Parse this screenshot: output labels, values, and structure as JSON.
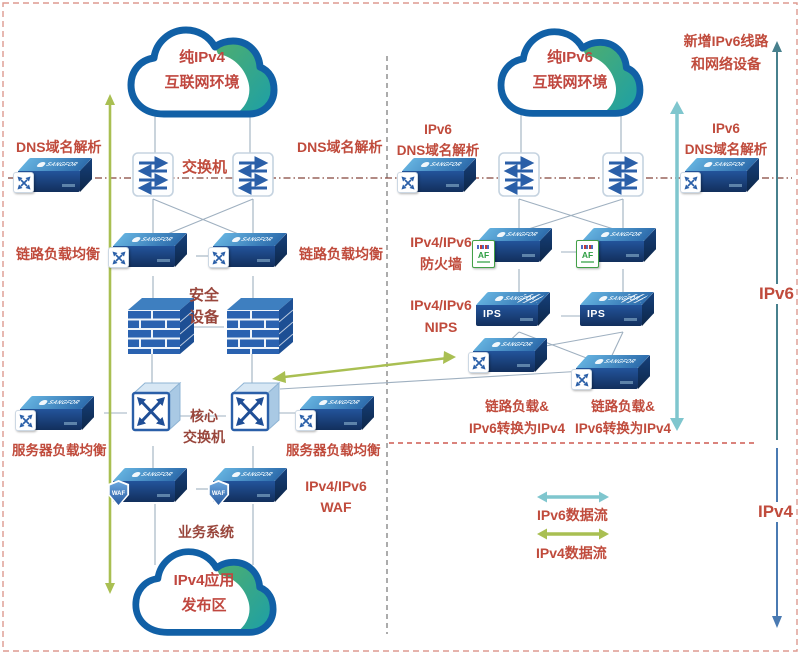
{
  "clouds": {
    "ipv4_internet": {
      "line1": "纯IPv4",
      "line2": "互联网环境"
    },
    "ipv6_internet": {
      "line1": "纯IPv6",
      "line2": "互联网环境"
    },
    "ipv4_app_zone": {
      "line1": "IPv4应用",
      "line2": "发布区"
    }
  },
  "labels": {
    "dns_left": "DNS域名解析",
    "switch": "交换机",
    "dns_mid": "DNS域名解析",
    "link_lb_left": "链路负载均衡",
    "link_lb_right": "链路负载均衡",
    "security_line1": "安全",
    "security_line2": "设备",
    "core_line1": "核心",
    "core_line2": "交换机",
    "server_lb_left": "服务器负载均衡",
    "server_lb_right": "服务器负载均衡",
    "waf_line1": "IPv4/IPv6",
    "waf_line2": "WAF",
    "business": "业务系统",
    "ipv6_dns_left_line1": "IPv6",
    "ipv6_dns_left_line2": "DNS域名解析",
    "new_ipv6_line1": "新增IPv6线路",
    "new_ipv6_line2": "和网络设备",
    "ipv6_dns_right_line1": "IPv6",
    "ipv6_dns_right_line2": "DNS域名解析",
    "firewall_line1": "IPv4/IPv6",
    "firewall_line2": "防火墙",
    "nips_line1": "IPv4/IPv6",
    "nips_line2": "NIPS",
    "lb_convert1_line1": "链路负载&",
    "lb_convert1_line2": "IPv6转换为IPv4",
    "lb_convert2_line1": "链路负载&",
    "lb_convert2_line2": "IPv6转换为IPv4",
    "ipv6_zone": "IPv6",
    "ipv4_zone": "IPv4"
  },
  "legend": {
    "ipv6_flow": "IPv6数据流",
    "ipv4_flow": "IPv4数据流"
  },
  "devices": {
    "brand": "SANGFOR",
    "af_badge": "AF",
    "ips_label": "IPS",
    "waf_badge": "WAF"
  },
  "colors": {
    "label_red": "#c04b3c",
    "ipv6_flow_teal": "#7fc6ce",
    "ipv4_flow_green": "#a9bf52",
    "ipv6_scope_arrow": "#47808d",
    "ipv4_scope_arrow": "#4a7ab2",
    "device_navy": "#16355f",
    "cloud_outline_blue": "#1160a6"
  }
}
